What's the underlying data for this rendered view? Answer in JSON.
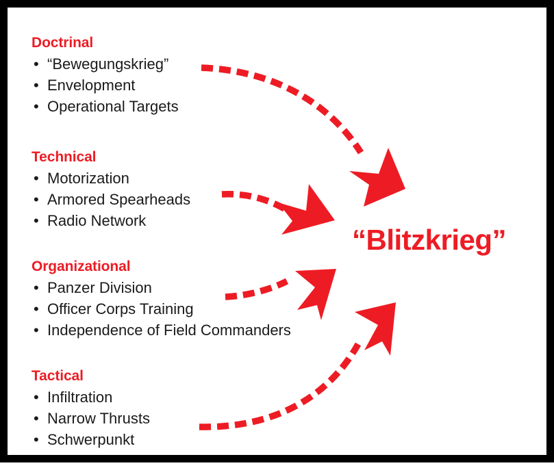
{
  "diagram": {
    "type": "convergence-diagram",
    "border_color": "#000000",
    "accent_color": "#ED1C24",
    "text_color": "#1a1a1a",
    "background_color": "#ffffff",
    "center_term": "“Blitzkrieg”",
    "bullet_glyph": "•",
    "groups": [
      {
        "title": "Doctrinal",
        "items": [
          "“Bewegungskrieg”",
          "Envelopment",
          "Operational Targets"
        ]
      },
      {
        "title": "Technical",
        "items": [
          "Motorization",
          "Armored Spearheads",
          "Radio Network"
        ]
      },
      {
        "title": "Organizational",
        "items": [
          "Panzer Division",
          "Officer Corps Training",
          "Independence of Field Commanders"
        ]
      },
      {
        "title": "Tactical",
        "items": [
          "Infiltration",
          "Narrow Thrusts",
          "Schwerpunkt"
        ]
      }
    ],
    "arrows": [
      {
        "name": "arrow-doctrinal",
        "from_group": "Doctrinal",
        "to": "“Blitzkrieg”",
        "style": "dashed-curved"
      },
      {
        "name": "arrow-technical",
        "from_group": "Technical",
        "to": "“Blitzkrieg”",
        "style": "dashed-curved"
      },
      {
        "name": "arrow-organizational",
        "from_group": "Organizational",
        "to": "“Blitzkrieg”",
        "style": "dashed-curved"
      },
      {
        "name": "arrow-tactical",
        "from_group": "Tactical",
        "to": "“Blitzkrieg”",
        "style": "dashed-curved"
      }
    ]
  }
}
